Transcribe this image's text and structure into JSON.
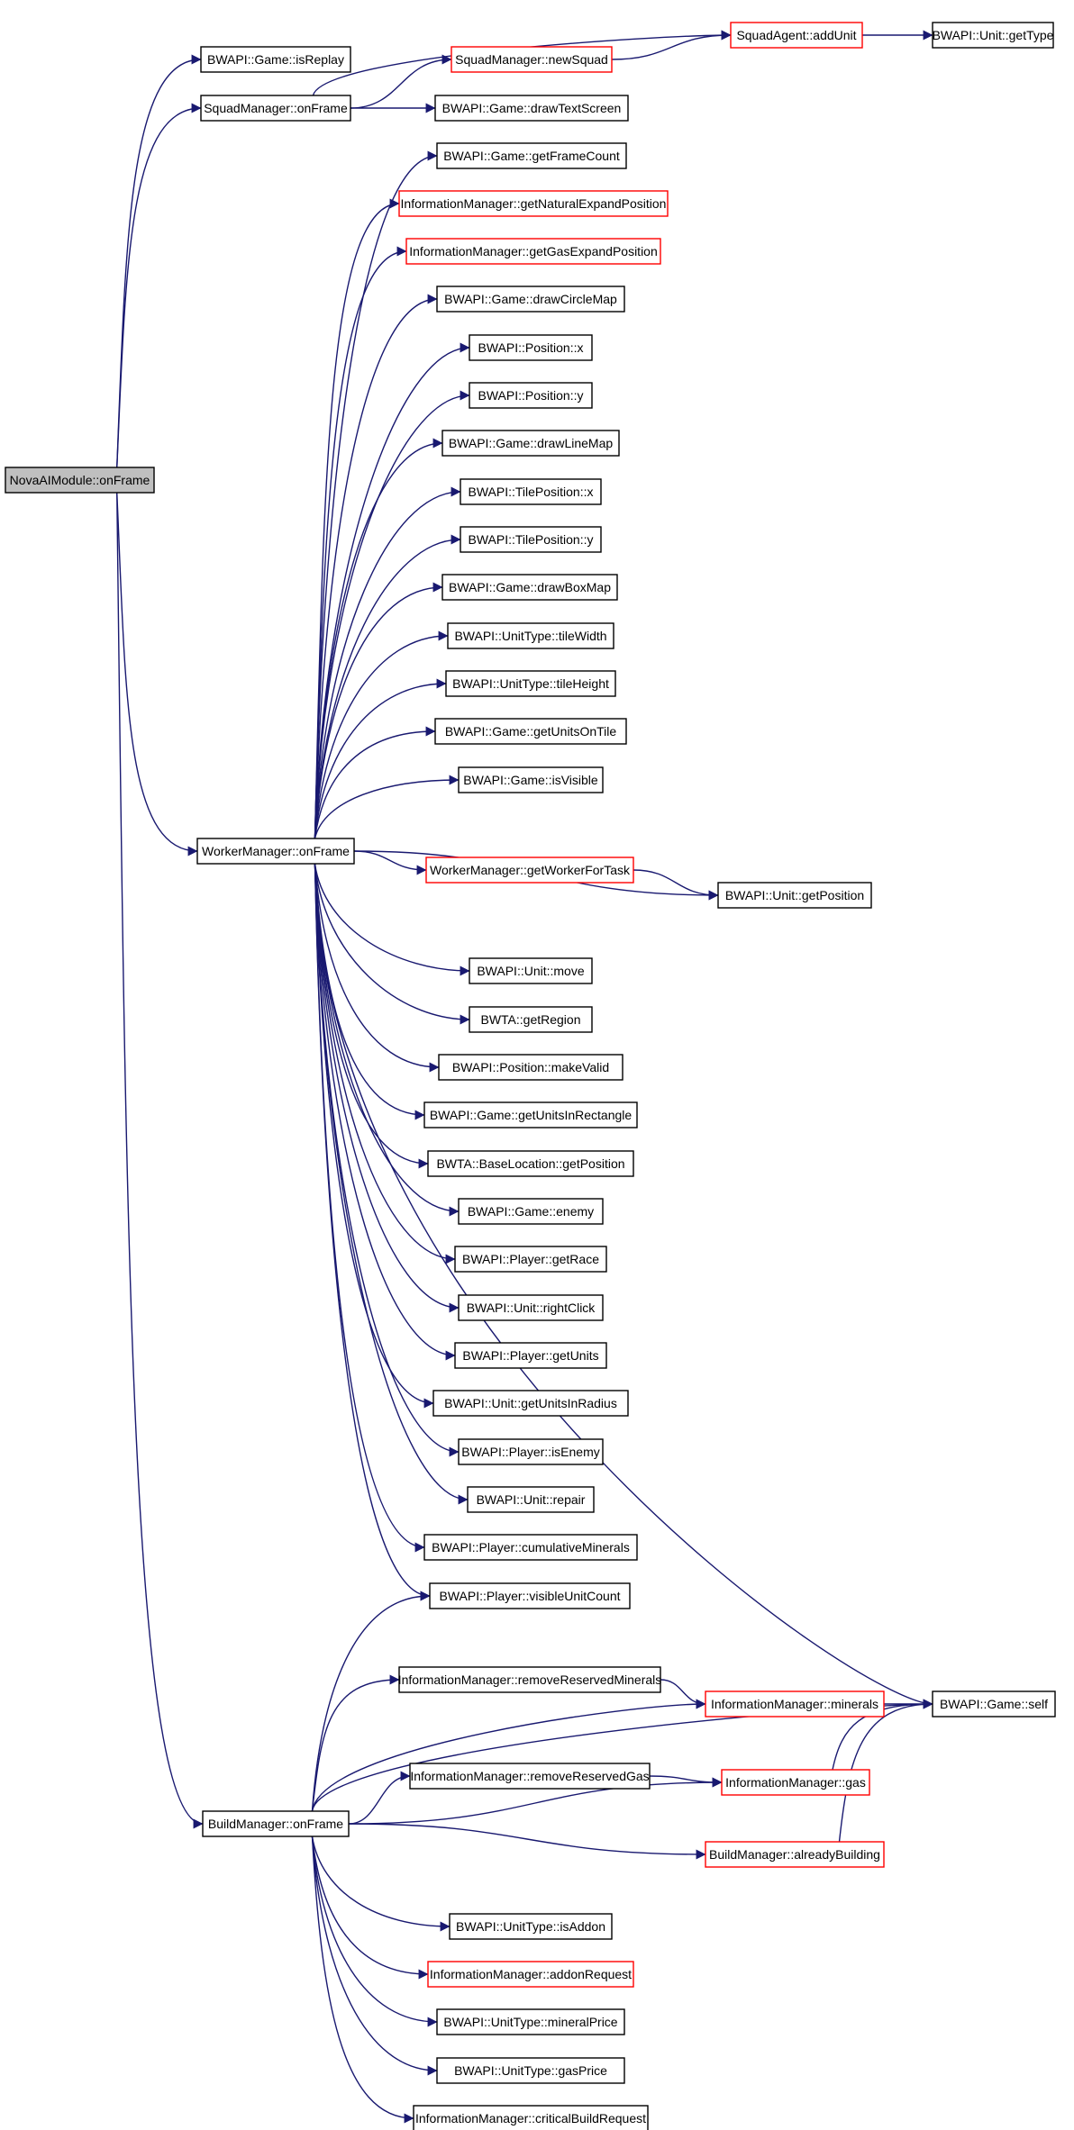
{
  "diagram": {
    "type": "call-graph",
    "colors": {
      "edge": "#191970",
      "node_border": "#000000",
      "node_border_incomplete": "#ff0000",
      "root_fill": "#bfbfbf",
      "node_fill": "#ffffff"
    },
    "nodes": [
      {
        "id": "root",
        "label": "NovaAIModule::onFrame",
        "root": true
      },
      {
        "id": "isReplay",
        "label": "BWAPI::Game::isReplay"
      },
      {
        "id": "squadMgr",
        "label": "SquadManager::onFrame"
      },
      {
        "id": "newSquad",
        "label": "SquadManager::newSquad",
        "red": true
      },
      {
        "id": "addUnit",
        "label": "SquadAgent::addUnit",
        "red": true
      },
      {
        "id": "getType",
        "label": "BWAPI::Unit::getType"
      },
      {
        "id": "drawTextScreen",
        "label": "BWAPI::Game::drawTextScreen"
      },
      {
        "id": "getFrameCount",
        "label": "BWAPI::Game::getFrameCount"
      },
      {
        "id": "getNaturalExpand",
        "label": "InformationManager::getNaturalExpandPosition",
        "red": true
      },
      {
        "id": "getGasExpand",
        "label": "InformationManager::getGasExpandPosition",
        "red": true
      },
      {
        "id": "drawCircleMap",
        "label": "BWAPI::Game::drawCircleMap"
      },
      {
        "id": "posX",
        "label": "BWAPI::Position::x"
      },
      {
        "id": "posY",
        "label": "BWAPI::Position::y"
      },
      {
        "id": "drawLineMap",
        "label": "BWAPI::Game::drawLineMap"
      },
      {
        "id": "tileX",
        "label": "BWAPI::TilePosition::x"
      },
      {
        "id": "tileY",
        "label": "BWAPI::TilePosition::y"
      },
      {
        "id": "drawBoxMap",
        "label": "BWAPI::Game::drawBoxMap"
      },
      {
        "id": "tileWidth",
        "label": "BWAPI::UnitType::tileWidth"
      },
      {
        "id": "tileHeight",
        "label": "BWAPI::UnitType::tileHeight"
      },
      {
        "id": "getUnitsOnTile",
        "label": "BWAPI::Game::getUnitsOnTile"
      },
      {
        "id": "isVisible",
        "label": "BWAPI::Game::isVisible"
      },
      {
        "id": "workerMgr",
        "label": "WorkerManager::onFrame"
      },
      {
        "id": "getWorkerForTask",
        "label": "WorkerManager::getWorkerForTask",
        "red": true
      },
      {
        "id": "getPosition",
        "label": "BWAPI::Unit::getPosition"
      },
      {
        "id": "move",
        "label": "BWAPI::Unit::move"
      },
      {
        "id": "getRegion",
        "label": "BWTA::getRegion"
      },
      {
        "id": "makeValid",
        "label": "BWAPI::Position::makeValid"
      },
      {
        "id": "getUnitsInRect",
        "label": "BWAPI::Game::getUnitsInRectangle"
      },
      {
        "id": "baseGetPos",
        "label": "BWTA::BaseLocation::getPosition"
      },
      {
        "id": "enemy",
        "label": "BWAPI::Game::enemy"
      },
      {
        "id": "getRace",
        "label": "BWAPI::Player::getRace"
      },
      {
        "id": "rightClick",
        "label": "BWAPI::Unit::rightClick"
      },
      {
        "id": "getUnits",
        "label": "BWAPI::Player::getUnits"
      },
      {
        "id": "getUnitsInRadius",
        "label": "BWAPI::Unit::getUnitsInRadius"
      },
      {
        "id": "isEnemy",
        "label": "BWAPI::Player::isEnemy"
      },
      {
        "id": "repair",
        "label": "BWAPI::Unit::repair"
      },
      {
        "id": "cumMinerals",
        "label": "BWAPI::Player::cumulativeMinerals"
      },
      {
        "id": "visUnitCount",
        "label": "BWAPI::Player::visibleUnitCount"
      },
      {
        "id": "removeResMin",
        "label": "InformationManager::removeReservedMinerals"
      },
      {
        "id": "minerals",
        "label": "InformationManager::minerals",
        "red": true
      },
      {
        "id": "gameSelf",
        "label": "BWAPI::Game::self"
      },
      {
        "id": "removeResGas",
        "label": "InformationManager::removeReservedGas"
      },
      {
        "id": "gas",
        "label": "InformationManager::gas",
        "red": true
      },
      {
        "id": "buildMgr",
        "label": "BuildManager::onFrame"
      },
      {
        "id": "alreadyBuilding",
        "label": "BuildManager::alreadyBuilding",
        "red": true
      },
      {
        "id": "isAddon",
        "label": "BWAPI::UnitType::isAddon"
      },
      {
        "id": "addonRequest",
        "label": "InformationManager::addonRequest",
        "red": true
      },
      {
        "id": "mineralPrice",
        "label": "BWAPI::UnitType::mineralPrice"
      },
      {
        "id": "gasPrice",
        "label": "BWAPI::UnitType::gasPrice"
      },
      {
        "id": "critBuild",
        "label": "InformationManager::criticalBuildRequest"
      }
    ],
    "edges": [
      [
        "root",
        "isReplay"
      ],
      [
        "root",
        "squadMgr"
      ],
      [
        "root",
        "workerMgr"
      ],
      [
        "root",
        "buildMgr"
      ],
      [
        "squadMgr",
        "addUnit"
      ],
      [
        "squadMgr",
        "newSquad"
      ],
      [
        "squadMgr",
        "drawTextScreen"
      ],
      [
        "newSquad",
        "addUnit"
      ],
      [
        "addUnit",
        "getType"
      ],
      [
        "workerMgr",
        "getFrameCount"
      ],
      [
        "workerMgr",
        "getNaturalExpand"
      ],
      [
        "workerMgr",
        "getGasExpand"
      ],
      [
        "workerMgr",
        "drawCircleMap"
      ],
      [
        "workerMgr",
        "posX"
      ],
      [
        "workerMgr",
        "posY"
      ],
      [
        "workerMgr",
        "drawLineMap"
      ],
      [
        "workerMgr",
        "tileX"
      ],
      [
        "workerMgr",
        "tileY"
      ],
      [
        "workerMgr",
        "drawBoxMap"
      ],
      [
        "workerMgr",
        "tileWidth"
      ],
      [
        "workerMgr",
        "tileHeight"
      ],
      [
        "workerMgr",
        "getUnitsOnTile"
      ],
      [
        "workerMgr",
        "isVisible"
      ],
      [
        "workerMgr",
        "gameSelf"
      ],
      [
        "workerMgr",
        "getWorkerForTask"
      ],
      [
        "workerMgr",
        "getPosition"
      ],
      [
        "getWorkerForTask",
        "getPosition"
      ],
      [
        "workerMgr",
        "move"
      ],
      [
        "workerMgr",
        "getRegion"
      ],
      [
        "workerMgr",
        "makeValid"
      ],
      [
        "workerMgr",
        "getUnitsInRect"
      ],
      [
        "workerMgr",
        "baseGetPos"
      ],
      [
        "workerMgr",
        "enemy"
      ],
      [
        "workerMgr",
        "getRace"
      ],
      [
        "workerMgr",
        "rightClick"
      ],
      [
        "workerMgr",
        "getUnits"
      ],
      [
        "workerMgr",
        "getUnitsInRadius"
      ],
      [
        "workerMgr",
        "isEnemy"
      ],
      [
        "workerMgr",
        "repair"
      ],
      [
        "workerMgr",
        "cumMinerals"
      ],
      [
        "workerMgr",
        "visUnitCount"
      ],
      [
        "buildMgr",
        "visUnitCount"
      ],
      [
        "buildMgr",
        "gameSelf"
      ],
      [
        "buildMgr",
        "removeResMin"
      ],
      [
        "buildMgr",
        "minerals"
      ],
      [
        "removeResMin",
        "minerals"
      ],
      [
        "minerals",
        "gameSelf"
      ],
      [
        "buildMgr",
        "removeResGas"
      ],
      [
        "buildMgr",
        "gas"
      ],
      [
        "removeResGas",
        "gas"
      ],
      [
        "gas",
        "gameSelf"
      ],
      [
        "buildMgr",
        "alreadyBuilding"
      ],
      [
        "alreadyBuilding",
        "gameSelf"
      ],
      [
        "buildMgr",
        "isAddon"
      ],
      [
        "buildMgr",
        "addonRequest"
      ],
      [
        "buildMgr",
        "mineralPrice"
      ],
      [
        "buildMgr",
        "gasPrice"
      ],
      [
        "buildMgr",
        "critBuild"
      ]
    ]
  }
}
